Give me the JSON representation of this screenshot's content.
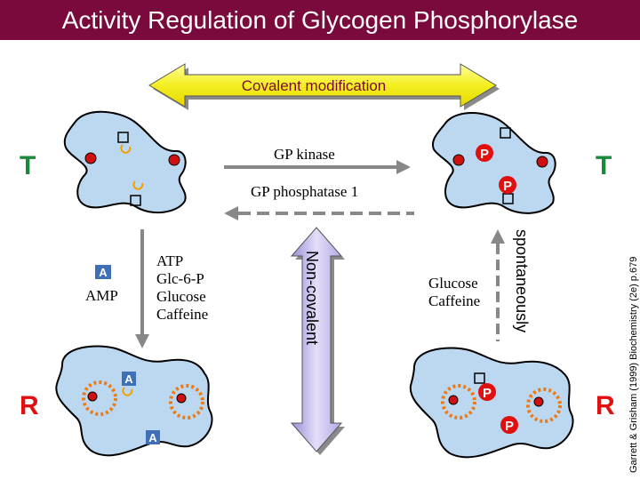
{
  "title": "Activity Regulation of Glycogen Phosphorylase",
  "covalent_label": "Covalent modification",
  "t_state_left": "T",
  "t_state_right": "T",
  "r_state_left": "R",
  "r_state_right": "R",
  "kinase_label": "GP kinase",
  "phosphatase_label": "GP phosphatase 1",
  "amp_label": "AMP",
  "inhibitors_left": [
    "ATP",
    "Glc-6-P",
    "Glucose",
    "Caffeine"
  ],
  "inhibitors_right": [
    "Glucose",
    "Caffeine"
  ],
  "noncovalent_label": "Non-covalent",
  "spontaneous_label": "spontaneously",
  "amp_marker": "A",
  "phosphate_marker": "P",
  "credit": "Garrett & Grisham (1999) Biochemistry (2e) p.679",
  "colors": {
    "banner": "#7a0a3c",
    "t_red": "#1a8a3a",
    "r_red": "#e01010",
    "enzyme_fill": "#bcd8f0",
    "covalent_arrow": "#f3ef20",
    "noncovalent_arrow": "#c8bde8",
    "phosphate": "#e01010",
    "amp": "#3f6fb5",
    "site_star": "#f07a10"
  }
}
